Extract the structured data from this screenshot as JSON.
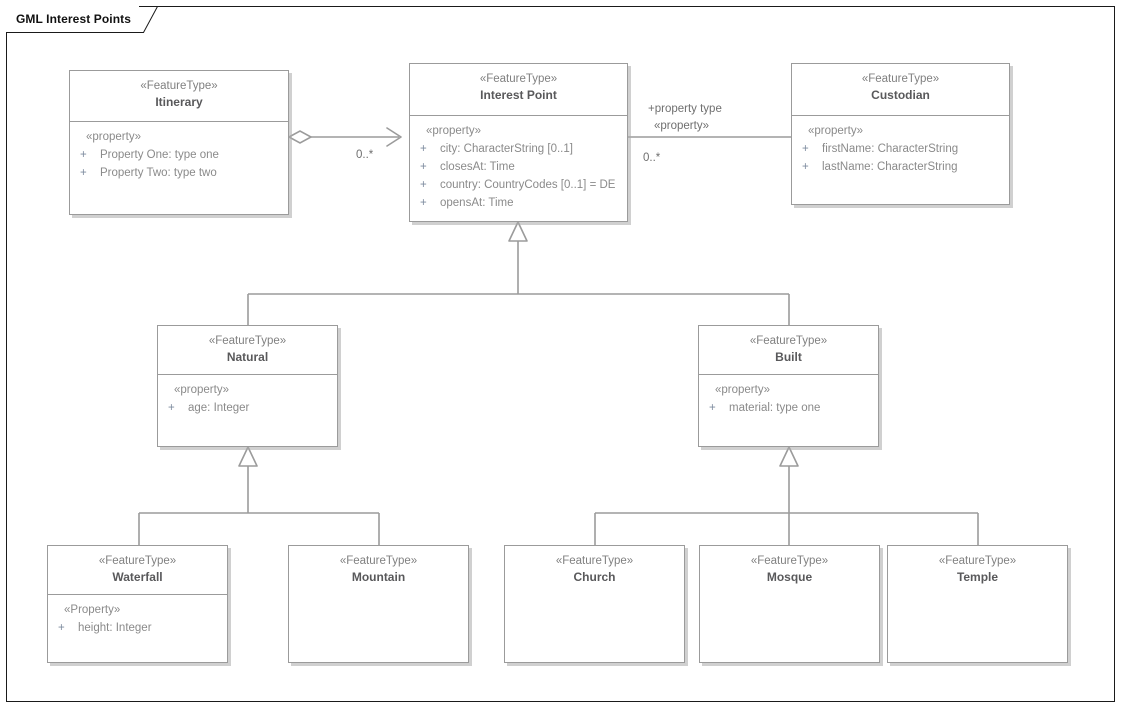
{
  "diagram": {
    "frame_title": "GML Interest Points",
    "colors": {
      "frame_border": "#1a1a1a",
      "class_border": "#9b9b9b",
      "connector": "#9b9b9b",
      "name_text": "#59595b",
      "attr_text": "#8a8a8a",
      "visibility_text": "#7d8b9e",
      "shadow": "#aaaaaa"
    }
  },
  "classes": {
    "itinerary": {
      "stereotype": "«FeatureType»",
      "name": "Itinerary",
      "compartment_stereotype": "«property»",
      "attributes": [
        {
          "visibility": "+",
          "text": "Property One: type one"
        },
        {
          "visibility": "+",
          "text": "Property Two: type two"
        }
      ]
    },
    "interest_point": {
      "stereotype": "«FeatureType»",
      "name": "Interest Point",
      "compartment_stereotype": "«property»",
      "attributes": [
        {
          "visibility": "+",
          "text": "city: CharacterString [0..1]"
        },
        {
          "visibility": "+",
          "text": "closesAt: Time"
        },
        {
          "visibility": "+",
          "text": "country: CountryCodes [0..1] = DE"
        },
        {
          "visibility": "+",
          "text": "opensAt: Time"
        }
      ]
    },
    "custodian": {
      "stereotype": "«FeatureType»",
      "name": "Custodian",
      "compartment_stereotype": "«property»",
      "attributes": [
        {
          "visibility": "+",
          "text": "firstName: CharacterString"
        },
        {
          "visibility": "+",
          "text": "lastName: CharacterString"
        }
      ]
    },
    "natural": {
      "stereotype": "«FeatureType»",
      "name": "Natural",
      "compartment_stereotype": "«property»",
      "attributes": [
        {
          "visibility": "+",
          "text": "age: Integer"
        }
      ]
    },
    "built": {
      "stereotype": "«FeatureType»",
      "name": "Built",
      "compartment_stereotype": "«property»",
      "attributes": [
        {
          "visibility": "+",
          "text": "material: type one"
        }
      ]
    },
    "waterfall": {
      "stereotype": "«FeatureType»",
      "name": "Waterfall",
      "compartment_stereotype": "«Property»",
      "attributes": [
        {
          "visibility": "+",
          "text": "height: Integer"
        }
      ]
    },
    "mountain": {
      "stereotype": "«FeatureType»",
      "name": "Mountain",
      "compartment_stereotype": "",
      "attributes": []
    },
    "church": {
      "stereotype": "«FeatureType»",
      "name": "Church",
      "compartment_stereotype": "",
      "attributes": []
    },
    "mosque": {
      "stereotype": "«FeatureType»",
      "name": "Mosque",
      "compartment_stereotype": "",
      "attributes": []
    },
    "temple": {
      "stereotype": "«FeatureType»",
      "name": "Temple",
      "compartment_stereotype": "",
      "attributes": []
    }
  },
  "edge_labels": {
    "itinerary_multiplicity": "0..*",
    "custodian_role": "+property type",
    "custodian_role_stereotype": "«property»",
    "custodian_multiplicity": "0..*"
  }
}
